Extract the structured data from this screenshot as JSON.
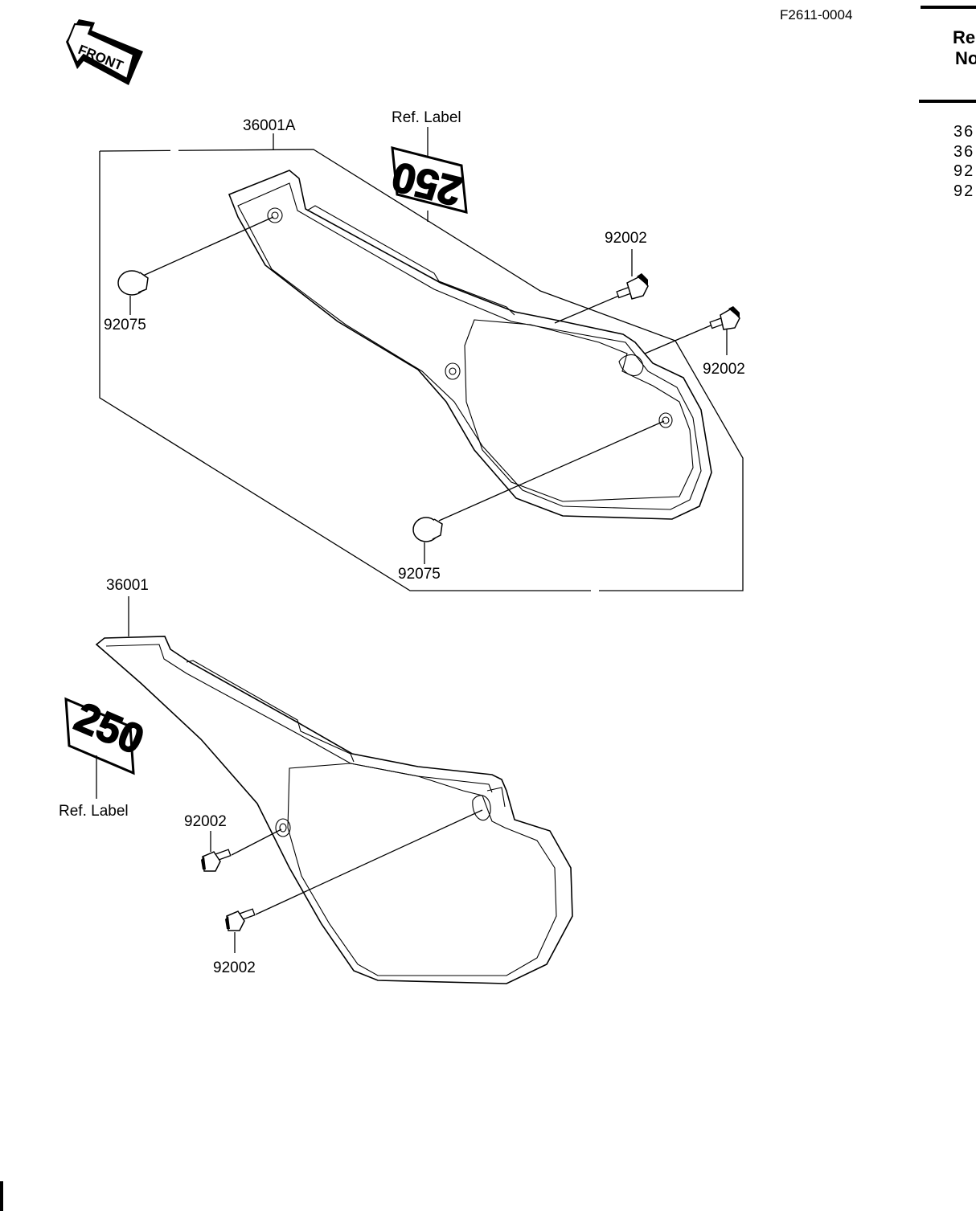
{
  "figure_id": "F2611-0004",
  "front_arrow_label": "FRONT",
  "header": {
    "ref_line1": "Re",
    "ref_line2": "No"
  },
  "ref_numbers": [
    "36",
    "36",
    "92",
    "92"
  ],
  "labels": {
    "upper_assembly": "36001A",
    "upper_ref_label": "Ref. Label",
    "upper_bolt_right_top": "92002",
    "upper_bolt_right_mid": "92002",
    "upper_grommet_left": "92075",
    "upper_grommet_bottom": "92075",
    "lower_assembly": "36001",
    "lower_ref_label": "Ref. Label",
    "lower_bolt_left_top": "92002",
    "lower_bolt_left_bottom": "92002"
  },
  "badges": {
    "upper": "250",
    "lower": "250"
  }
}
